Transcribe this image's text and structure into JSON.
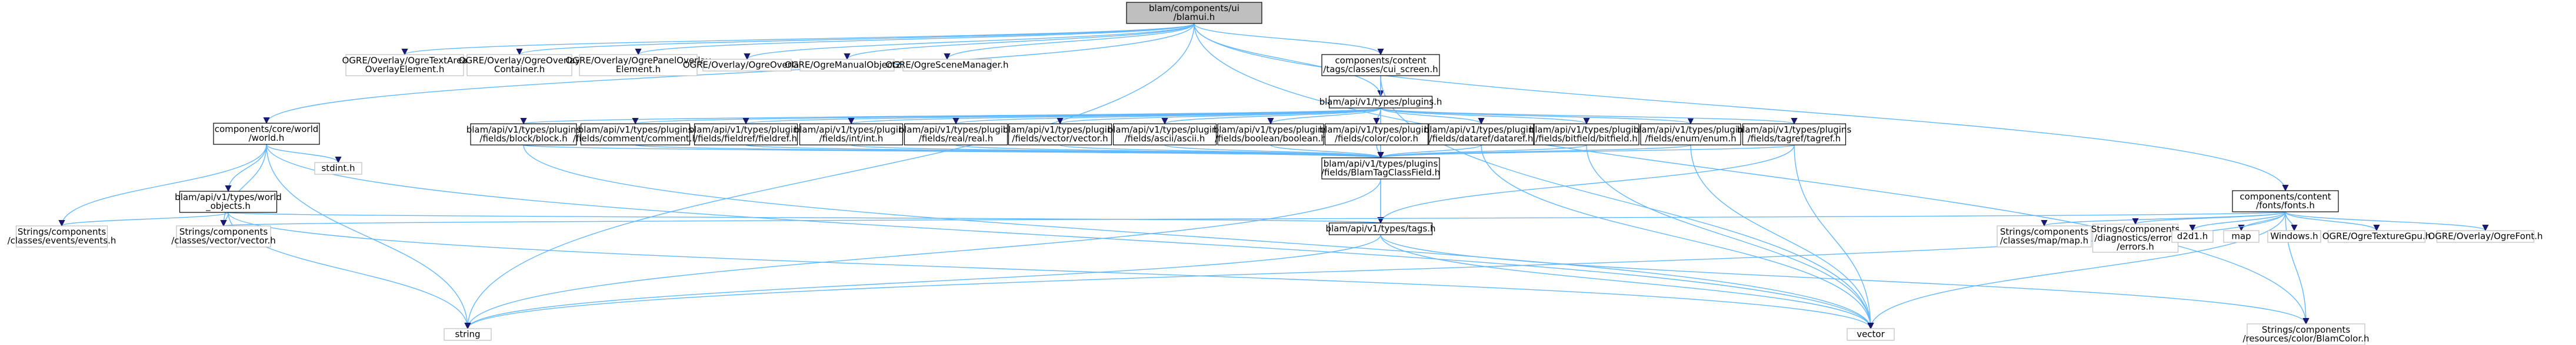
{
  "nodes": [
    {
      "id": "root",
      "lines": [
        "blam/components/ui",
        "/blamui.h"
      ],
      "style": "root"
    },
    {
      "id": "ovl_text",
      "lines": [
        "OGRE/Overlay/OgreTextArea",
        "OverlayElement.h"
      ],
      "style": "ext"
    },
    {
      "id": "ovl_cont",
      "lines": [
        "OGRE/Overlay/OgreOverlay",
        "Container.h"
      ],
      "style": "ext"
    },
    {
      "id": "ovl_panel",
      "lines": [
        "OGRE/Overlay/OgrePanelOverlay",
        "Element.h"
      ],
      "style": "ext"
    },
    {
      "id": "ovl",
      "lines": [
        "OGRE/Overlay/OgreOverlay.h"
      ],
      "style": "ext"
    },
    {
      "id": "manual",
      "lines": [
        "OGRE/OgreManualObject2.h"
      ],
      "style": "ext"
    },
    {
      "id": "scene",
      "lines": [
        "OGRE/OgreSceneManager.h"
      ],
      "style": "ext"
    },
    {
      "id": "world",
      "lines": [
        "components/core/world",
        "/world.h"
      ],
      "style": "int"
    },
    {
      "id": "cui_screen",
      "lines": [
        "components/content",
        "/tags/classes/cui_screen.h"
      ],
      "style": "int"
    },
    {
      "id": "plugins",
      "lines": [
        "blam/api/v1/types/plugins.h"
      ],
      "style": "int"
    },
    {
      "id": "fonts",
      "lines": [
        "components/content",
        "/fonts/fonts.h"
      ],
      "style": "int"
    },
    {
      "id": "p_block",
      "lines": [
        "blam/api/v1/types/plugins",
        "/fields/block/block.h"
      ],
      "style": "int"
    },
    {
      "id": "p_comment",
      "lines": [
        "blam/api/v1/types/plugins",
        "/fields/comment/comment.h"
      ],
      "style": "int"
    },
    {
      "id": "p_fieldref",
      "lines": [
        "blam/api/v1/types/plugins",
        "/fields/fieldref/fieldref.h"
      ],
      "style": "int"
    },
    {
      "id": "p_int",
      "lines": [
        "blam/api/v1/types/plugins",
        "/fields/int/int.h"
      ],
      "style": "int"
    },
    {
      "id": "p_real",
      "lines": [
        "blam/api/v1/types/plugins",
        "/fields/real/real.h"
      ],
      "style": "int"
    },
    {
      "id": "p_vector",
      "lines": [
        "blam/api/v1/types/plugins",
        "/fields/vector/vector.h"
      ],
      "style": "int"
    },
    {
      "id": "p_ascii",
      "lines": [
        "blam/api/v1/types/plugins",
        "/fields/ascii/ascii.h"
      ],
      "style": "int"
    },
    {
      "id": "p_boolean",
      "lines": [
        "blam/api/v1/types/plugins",
        "/fields/boolean/boolean.h"
      ],
      "style": "int"
    },
    {
      "id": "p_color",
      "lines": [
        "blam/api/v1/types/plugins",
        "/fields/color/color.h"
      ],
      "style": "int"
    },
    {
      "id": "p_dataref",
      "lines": [
        "blam/api/v1/types/plugins",
        "/fields/dataref/dataref.h"
      ],
      "style": "int"
    },
    {
      "id": "p_bitfield",
      "lines": [
        "blam/api/v1/types/plugins",
        "/fields/bitfield/bitfield.h"
      ],
      "style": "int"
    },
    {
      "id": "p_enum",
      "lines": [
        "blam/api/v1/types/plugins",
        "/fields/enum/enum.h"
      ],
      "style": "int"
    },
    {
      "id": "p_tagref",
      "lines": [
        "blam/api/v1/types/plugins",
        "/fields/tagref/tagref.h"
      ],
      "style": "int"
    },
    {
      "id": "world_objects",
      "lines": [
        "blam/api/v1/types/world",
        "_objects.h"
      ],
      "style": "int"
    },
    {
      "id": "stdint",
      "lines": [
        "stdint.h"
      ],
      "style": "ext"
    },
    {
      "id": "classfield",
      "lines": [
        "blam/api/v1/types/plugins",
        "/fields/BlamTagClassField.h"
      ],
      "style": "int"
    },
    {
      "id": "events",
      "lines": [
        "Strings/components",
        "/classes/events/events.h"
      ],
      "style": "ext"
    },
    {
      "id": "vector_h",
      "lines": [
        "Strings/components",
        "/classes/vector/vector.h"
      ],
      "style": "ext"
    },
    {
      "id": "tags",
      "lines": [
        "blam/api/v1/types/tags.h"
      ],
      "style": "int"
    },
    {
      "id": "string",
      "lines": [
        "string"
      ],
      "style": "ext"
    },
    {
      "id": "vector",
      "lines": [
        "vector"
      ],
      "style": "ext"
    },
    {
      "id": "blamcolor",
      "lines": [
        "Strings/components",
        "/resources/color/BlamColor.h"
      ],
      "style": "ext"
    },
    {
      "id": "map_h",
      "lines": [
        "Strings/components",
        "/classes/map/map.h"
      ],
      "style": "ext"
    },
    {
      "id": "errors",
      "lines": [
        "Strings/components",
        "/diagnostics/errors",
        "/errors.h"
      ],
      "style": "ext"
    },
    {
      "id": "d2d1",
      "lines": [
        "d2d1.h"
      ],
      "style": "ext"
    },
    {
      "id": "map",
      "lines": [
        "map"
      ],
      "style": "ext"
    },
    {
      "id": "windows",
      "lines": [
        "Windows.h"
      ],
      "style": "ext"
    },
    {
      "id": "texturegpu",
      "lines": [
        "OGRE/OgreTextureGpu.h"
      ],
      "style": "ext"
    },
    {
      "id": "ogrefont",
      "lines": [
        "OGRE/Overlay/OgreFont.h"
      ],
      "style": "ext"
    }
  ],
  "edges": [
    [
      "root",
      "ovl_text"
    ],
    [
      "root",
      "ovl_cont"
    ],
    [
      "root",
      "ovl_panel"
    ],
    [
      "root",
      "ovl"
    ],
    [
      "root",
      "manual"
    ],
    [
      "root",
      "scene"
    ],
    [
      "root",
      "world"
    ],
    [
      "root",
      "cui_screen"
    ],
    [
      "root",
      "plugins"
    ],
    [
      "root",
      "fonts"
    ],
    [
      "root",
      "string"
    ],
    [
      "root",
      "blamcolor"
    ],
    [
      "cui_screen",
      "plugins"
    ],
    [
      "cui_screen",
      "tags"
    ],
    [
      "cui_screen",
      "vector"
    ],
    [
      "plugins",
      "p_block"
    ],
    [
      "plugins",
      "p_comment"
    ],
    [
      "plugins",
      "p_fieldref"
    ],
    [
      "plugins",
      "p_int"
    ],
    [
      "plugins",
      "p_real"
    ],
    [
      "plugins",
      "p_vector"
    ],
    [
      "plugins",
      "p_ascii"
    ],
    [
      "plugins",
      "p_boolean"
    ],
    [
      "plugins",
      "p_color"
    ],
    [
      "plugins",
      "p_dataref"
    ],
    [
      "plugins",
      "p_bitfield"
    ],
    [
      "plugins",
      "p_enum"
    ],
    [
      "plugins",
      "p_tagref"
    ],
    [
      "plugins",
      "classfield"
    ],
    [
      "p_block",
      "classfield"
    ],
    [
      "p_block",
      "vector"
    ],
    [
      "p_comment",
      "classfield"
    ],
    [
      "p_fieldref",
      "classfield"
    ],
    [
      "p_int",
      "classfield"
    ],
    [
      "p_real",
      "classfield"
    ],
    [
      "p_vector",
      "classfield"
    ],
    [
      "p_ascii",
      "classfield"
    ],
    [
      "p_boolean",
      "classfield"
    ],
    [
      "p_color",
      "classfield"
    ],
    [
      "p_dataref",
      "classfield"
    ],
    [
      "p_dataref",
      "vector"
    ],
    [
      "p_bitfield",
      "classfield"
    ],
    [
      "p_bitfield",
      "vector"
    ],
    [
      "p_enum",
      "classfield"
    ],
    [
      "p_enum",
      "vector"
    ],
    [
      "p_tagref",
      "classfield"
    ],
    [
      "p_tagref",
      "tags"
    ],
    [
      "p_tagref",
      "vector"
    ],
    [
      "world",
      "world_objects"
    ],
    [
      "world",
      "stdint"
    ],
    [
      "world",
      "events"
    ],
    [
      "world",
      "vector_h"
    ],
    [
      "world",
      "string"
    ],
    [
      "world",
      "vector"
    ],
    [
      "world_objects",
      "events"
    ],
    [
      "world_objects",
      "vector_h"
    ],
    [
      "world_objects",
      "tags"
    ],
    [
      "world_objects",
      "string"
    ],
    [
      "world_objects",
      "vector"
    ],
    [
      "classfield",
      "tags"
    ],
    [
      "classfield",
      "string"
    ],
    [
      "tags",
      "string"
    ],
    [
      "tags",
      "vector"
    ],
    [
      "tags",
      "blamcolor"
    ],
    [
      "fonts",
      "map_h"
    ],
    [
      "fonts",
      "errors"
    ],
    [
      "fonts",
      "d2d1"
    ],
    [
      "fonts",
      "map"
    ],
    [
      "fonts",
      "windows"
    ],
    [
      "fonts",
      "texturegpu"
    ],
    [
      "fonts",
      "ogrefont"
    ],
    [
      "fonts",
      "vector_h"
    ],
    [
      "fonts",
      "blamcolor"
    ],
    [
      "fonts",
      "string"
    ],
    [
      "fonts",
      "vector"
    ]
  ],
  "colors": {
    "edge": "#63b8ff",
    "root_fill": "#bfbfbf",
    "int_fill": "#ffffff",
    "int_stroke": "#000000",
    "ext_stroke": "#bfbfbf",
    "text": "#000000"
  }
}
